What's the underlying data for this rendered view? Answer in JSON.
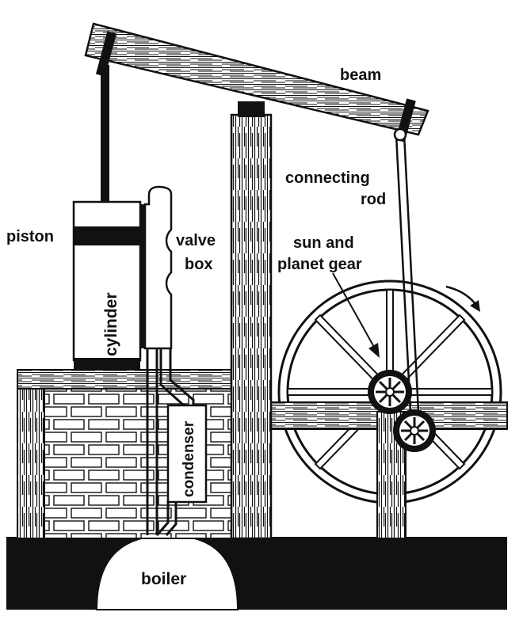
{
  "colors": {
    "ink": "#111111",
    "paper": "#ffffff"
  },
  "labels": {
    "beam": "beam",
    "piston": "piston",
    "valve_box_line1": "valve",
    "valve_box_line2": "box",
    "connecting_rod_line1": "connecting",
    "connecting_rod_line2": "rod",
    "sun_planet_line1": "sun and",
    "sun_planet_line2": "planet gear",
    "cylinder": "cylinder",
    "condenser": "condenser",
    "boiler": "boiler"
  },
  "icons": {
    "rotation": "clockwise-arrow-icon"
  }
}
